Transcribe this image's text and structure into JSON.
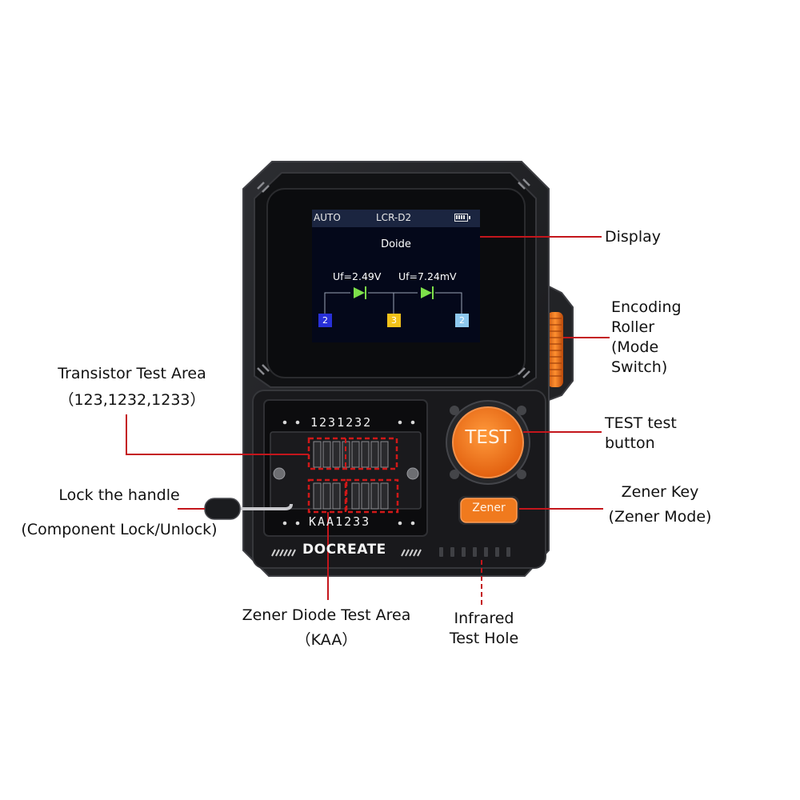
{
  "device": {
    "screen": {
      "mode": "AUTO",
      "model": "LCR-D2",
      "component": "Doide",
      "uf_left": "Uf=2.49V",
      "uf_right": "Uf=7.24mV",
      "pins": [
        "2",
        "3",
        "2"
      ],
      "pin_colors": [
        "#2830d8",
        "#f2c21a",
        "#8ec9ef"
      ],
      "diode_color": "#7de04a"
    },
    "socket_top_label": "1231232",
    "socket_bottom_label": "KAA1233",
    "brand": "DOCREATE",
    "test_button_label": "TEST",
    "zener_button_label": "Zener",
    "accent_color": "#f07a1e",
    "body_color": "#1e1f22"
  },
  "callouts": {
    "display": "Display",
    "encoding_roller": [
      "Encoding",
      "Roller",
      "(Mode",
      "Switch)"
    ],
    "transistor_area": "Transistor Test Area",
    "transistor_area_sub": "（123,1232,1233）",
    "test_button": [
      "TEST test",
      "button"
    ],
    "lock_handle": "Lock the handle",
    "lock_handle_sub": "(Component Lock/Unlock)",
    "zener_key": "Zener Key",
    "zener_key_sub": "(Zener Mode)",
    "zener_area": "Zener Diode Test Area",
    "zener_area_sub": "（KAA）",
    "infrared": [
      "Infrared",
      "Test Hole"
    ]
  },
  "colors": {
    "leader_line": "#c4161c"
  }
}
